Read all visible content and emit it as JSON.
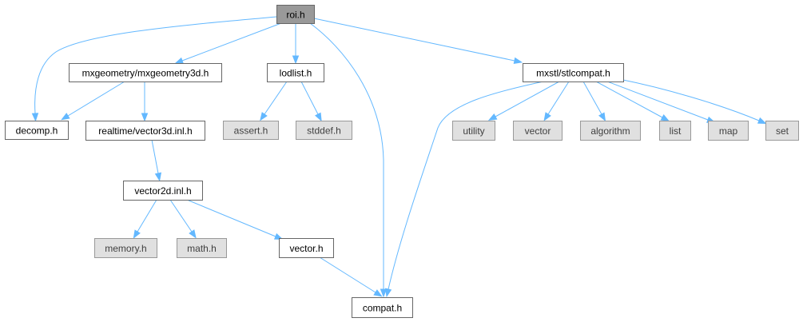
{
  "diagram": {
    "colors": {
      "edge": "#63b8ff",
      "root_fill": "#999999",
      "root_border": "#666666",
      "documented_fill": "#ffffff",
      "documented_border": "#666666",
      "system_fill": "#e0e0e0",
      "system_border": "#999999",
      "text": "#000000",
      "system_text": "#404040"
    },
    "nodes": [
      {
        "id": "roi",
        "label": "roi.h",
        "kind": "root"
      },
      {
        "id": "decomp",
        "label": "decomp.h",
        "kind": "documented"
      },
      {
        "id": "mxgeom",
        "label": "mxgeometry/mxgeometry3d.h",
        "kind": "documented"
      },
      {
        "id": "lodlist",
        "label": "lodlist.h",
        "kind": "documented"
      },
      {
        "id": "compat",
        "label": "compat.h",
        "kind": "documented"
      },
      {
        "id": "stlcompat",
        "label": "mxstl/stlcompat.h",
        "kind": "documented"
      },
      {
        "id": "vec3d",
        "label": "realtime/vector3d.inl.h",
        "kind": "documented"
      },
      {
        "id": "assert",
        "label": "assert.h",
        "kind": "system"
      },
      {
        "id": "stddef",
        "label": "stddef.h",
        "kind": "system"
      },
      {
        "id": "vec2d",
        "label": "vector2d.inl.h",
        "kind": "documented"
      },
      {
        "id": "memory",
        "label": "memory.h",
        "kind": "system"
      },
      {
        "id": "math",
        "label": "math.h",
        "kind": "system"
      },
      {
        "id": "vector_h",
        "label": "vector.h",
        "kind": "documented"
      },
      {
        "id": "utility",
        "label": "utility",
        "kind": "system"
      },
      {
        "id": "vector",
        "label": "vector",
        "kind": "system"
      },
      {
        "id": "algorithm",
        "label": "algorithm",
        "kind": "system"
      },
      {
        "id": "list",
        "label": "list",
        "kind": "system"
      },
      {
        "id": "map",
        "label": "map",
        "kind": "system"
      },
      {
        "id": "set",
        "label": "set",
        "kind": "system"
      }
    ],
    "edges": [
      {
        "from": "roi",
        "to": "decomp"
      },
      {
        "from": "roi",
        "to": "mxgeom"
      },
      {
        "from": "roi",
        "to": "lodlist"
      },
      {
        "from": "roi",
        "to": "compat"
      },
      {
        "from": "roi",
        "to": "stlcompat"
      },
      {
        "from": "mxgeom",
        "to": "decomp"
      },
      {
        "from": "mxgeom",
        "to": "vec3d"
      },
      {
        "from": "vec3d",
        "to": "vec2d"
      },
      {
        "from": "vec2d",
        "to": "memory"
      },
      {
        "from": "vec2d",
        "to": "math"
      },
      {
        "from": "vec2d",
        "to": "vector_h"
      },
      {
        "from": "vector_h",
        "to": "compat"
      },
      {
        "from": "lodlist",
        "to": "assert"
      },
      {
        "from": "lodlist",
        "to": "stddef"
      },
      {
        "from": "stlcompat",
        "to": "compat"
      },
      {
        "from": "stlcompat",
        "to": "utility"
      },
      {
        "from": "stlcompat",
        "to": "vector"
      },
      {
        "from": "stlcompat",
        "to": "algorithm"
      },
      {
        "from": "stlcompat",
        "to": "list"
      },
      {
        "from": "stlcompat",
        "to": "map"
      },
      {
        "from": "stlcompat",
        "to": "set"
      }
    ]
  }
}
